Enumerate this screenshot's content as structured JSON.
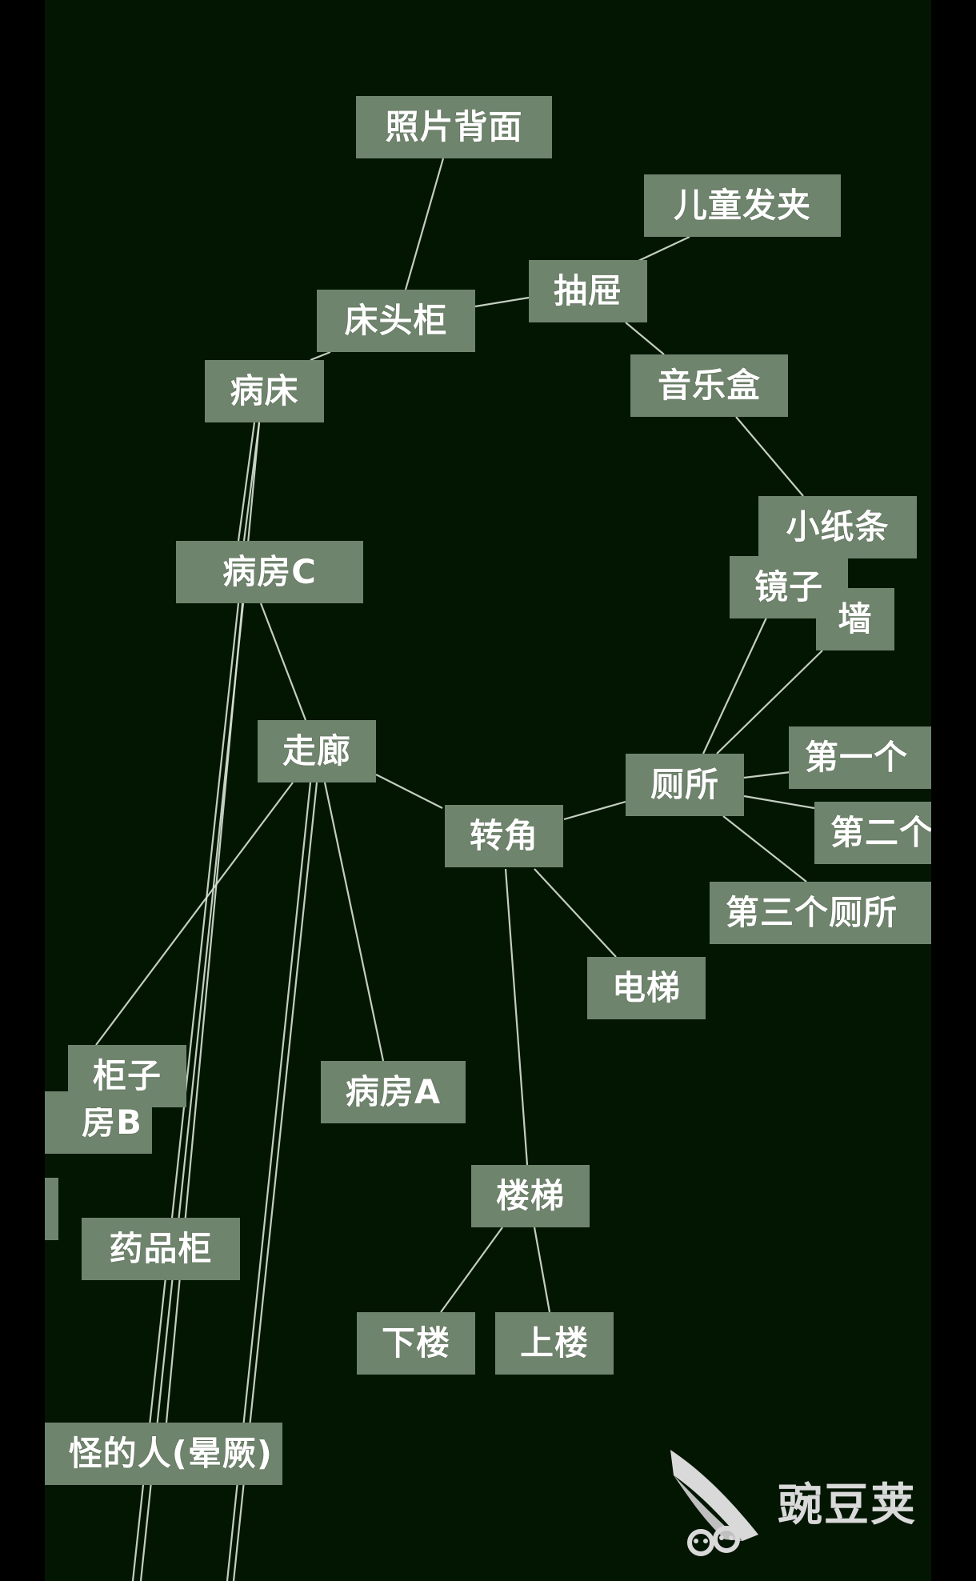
{
  "diagram": {
    "nodes": [
      {
        "id": "photo-back",
        "label": "照片背面"
      },
      {
        "id": "hairclip",
        "label": "儿童发夹"
      },
      {
        "id": "drawer",
        "label": "抽屉"
      },
      {
        "id": "nightstand",
        "label": "床头柜"
      },
      {
        "id": "bed",
        "label": "病床"
      },
      {
        "id": "music-box",
        "label": "音乐盒"
      },
      {
        "id": "note",
        "label": "小纸条"
      },
      {
        "id": "mirror",
        "label": "镜子"
      },
      {
        "id": "wall",
        "label": "墙"
      },
      {
        "id": "ward-c",
        "label": "病房C"
      },
      {
        "id": "corridor",
        "label": "走廊"
      },
      {
        "id": "corner",
        "label": "转角"
      },
      {
        "id": "toilet",
        "label": "厕所"
      },
      {
        "id": "stall-1",
        "label": "第一个"
      },
      {
        "id": "stall-2",
        "label": "第二个"
      },
      {
        "id": "stall-3",
        "label": "第三个厕所"
      },
      {
        "id": "elevator",
        "label": "电梯"
      },
      {
        "id": "cabinet",
        "label": "柜子"
      },
      {
        "id": "ward-b",
        "label": "房B"
      },
      {
        "id": "ward-a",
        "label": "病房A"
      },
      {
        "id": "stairs",
        "label": "楼梯"
      },
      {
        "id": "medicine-cabinet",
        "label": "药品柜"
      },
      {
        "id": "downstairs",
        "label": "下楼"
      },
      {
        "id": "upstairs",
        "label": "上楼"
      },
      {
        "id": "strange-person",
        "label": "怪的人(晕厥)"
      },
      {
        "id": "stub",
        "label": ""
      }
    ],
    "edges": [
      [
        "photo-back",
        "nightstand"
      ],
      [
        "nightstand",
        "drawer"
      ],
      [
        "drawer",
        "hairclip"
      ],
      [
        "drawer",
        "music-box"
      ],
      [
        "music-box",
        "note"
      ],
      [
        "nightstand",
        "bed"
      ],
      [
        "bed",
        "ward-c"
      ],
      [
        "ward-c",
        "corridor"
      ],
      [
        "corridor",
        "corner"
      ],
      [
        "corner",
        "toilet"
      ],
      [
        "toilet",
        "mirror"
      ],
      [
        "toilet",
        "wall"
      ],
      [
        "toilet",
        "stall-1"
      ],
      [
        "toilet",
        "stall-2"
      ],
      [
        "toilet",
        "stall-3"
      ],
      [
        "corner",
        "elevator"
      ],
      [
        "corner",
        "stairs"
      ],
      [
        "stairs",
        "downstairs"
      ],
      [
        "stairs",
        "upstairs"
      ],
      [
        "corridor",
        "cabinet"
      ],
      [
        "corridor",
        "ward-a"
      ],
      [
        "corridor",
        "strange-person"
      ],
      [
        "ward-c",
        "medicine-cabinet"
      ],
      [
        "bed",
        "strange-person"
      ]
    ]
  },
  "watermark": {
    "text": "豌豆荚",
    "icon": "pea-pod-logo-icon"
  },
  "colors": {
    "background": "#021602",
    "node_fill": "#6f846c",
    "node_text": "#ffffff",
    "edge": "#d8e2d6"
  }
}
